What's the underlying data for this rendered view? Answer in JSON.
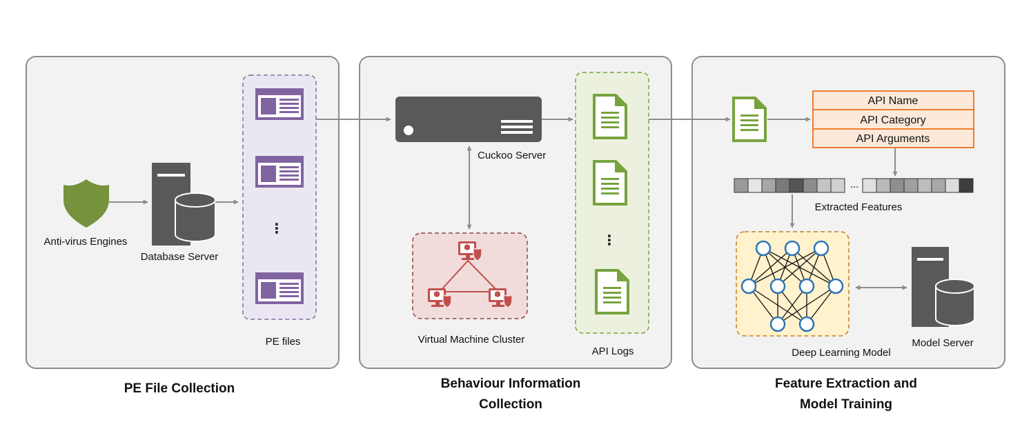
{
  "labels": {
    "antivirus": "Anti-virus Engines",
    "database_server": "Database Server",
    "pe_files": "PE files",
    "cuckoo_server": "Cuckoo Server",
    "vm_cluster": "Virtual Machine Cluster",
    "api_logs": "API Logs",
    "extracted_features": "Extracted Features",
    "deep_learning_model": "Deep Learning Model",
    "model_server": "Model Server",
    "ellipsis": "⋮",
    "hellip": "..."
  },
  "captions": {
    "panel1": [
      "PE File Collection"
    ],
    "panel2": [
      "Behaviour Information",
      "Collection"
    ],
    "panel3": [
      "Feature Extraction and",
      "Model Training"
    ]
  },
  "api_fields": [
    "API Name",
    "API Category",
    "API Arguments"
  ],
  "feature_vector": {
    "left": [
      "#9a9a9a",
      "#e6e6e6",
      "#a6a6a6",
      "#7a7a7a",
      "#555555",
      "#8c8c8c",
      "#c4c4c4",
      "#d0d0d0"
    ],
    "right": [
      "#e0e0e0",
      "#b9b9b9",
      "#8f8f8f",
      "#9f9f9f",
      "#bdbdbd",
      "#a9a9a9",
      "#dcdcdc",
      "#3e3e3e"
    ]
  },
  "colors": {
    "panel_bg": "#f2f2f2",
    "panel_border": "#8c8c8c",
    "arrow": "#8c8c8c",
    "shield": "#76923c",
    "server": "#595959",
    "pe_icon": "#8064a2",
    "pe_group_bg": "#ebe7f2",
    "pe_group_border": "#7f6f9f",
    "doc_green": "#77a33d",
    "log_group_bg": "#ebf1de",
    "log_group_border": "#77a33d",
    "vm_red": "#c0504d",
    "vm_group_bg": "#f2dcdb",
    "vm_group_border": "#8b4545",
    "api_border": "#ed7d31",
    "api_bg": "#fde9d9",
    "nn_node": "#2e75b6",
    "nn_bg": "#fff2cc",
    "nn_border": "#c0802a"
  }
}
